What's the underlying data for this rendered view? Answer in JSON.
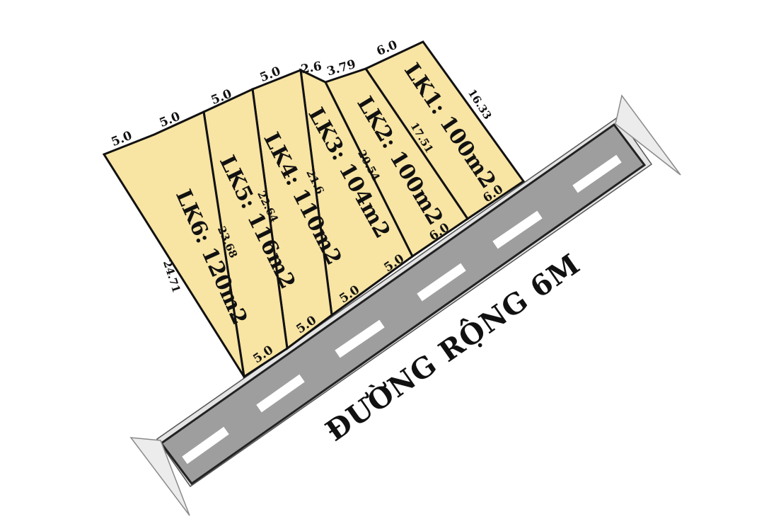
{
  "colors": {
    "lot_fill": "#f8e4a3",
    "lot_stroke": "#111111",
    "road_surface": "#9e9e9e",
    "road_edge": "#e4e4e4",
    "road_marking": "#ffffff",
    "arrow_fill": "#ececec",
    "text": "#111111"
  },
  "lots": [
    {
      "id": "LK1",
      "label": "LK1: 100m2",
      "depth": "16.33",
      "front": "6.0",
      "back": "6.0"
    },
    {
      "id": "LK2",
      "label": "LK2: 100m2",
      "depth": "17.51",
      "front": "6.0",
      "back": "3.79"
    },
    {
      "id": "LK3",
      "label": "LK3: 104m2",
      "depth": "20.54",
      "front": "5.0",
      "back": "2.6"
    },
    {
      "id": "LK4",
      "label": "LK4: 110m2",
      "depth": "21.6",
      "front": "5.0",
      "back": "5.0"
    },
    {
      "id": "LK5",
      "label": "LK5: 116m2",
      "depth": "22.64",
      "front": "5.0",
      "back": "5.0"
    },
    {
      "id": "LK6",
      "label": "LK6: 120m2",
      "depth": "23.68",
      "front": "5.0",
      "back": "5.0"
    }
  ],
  "extra_dims": {
    "lk6_back_left": "5.0",
    "lk6_side": "24.71"
  },
  "road": {
    "name": "ĐƯỜNG RỘNG 6M",
    "arrow_icons": [
      "arrow-up-right-icon",
      "arrow-down-left-icon"
    ]
  }
}
